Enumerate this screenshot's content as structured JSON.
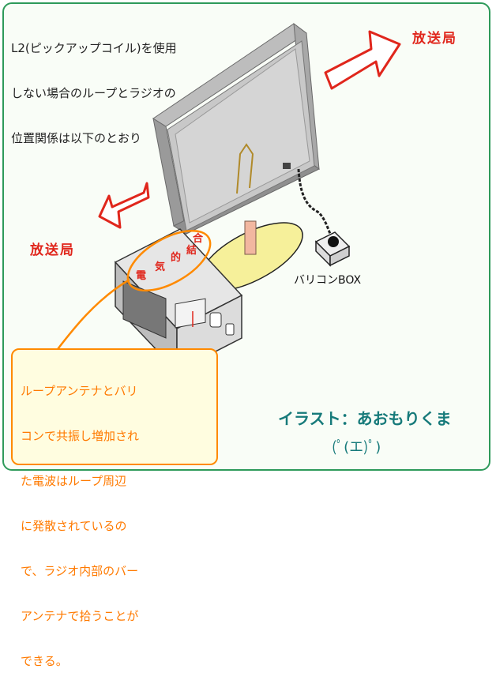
{
  "note": {
    "lines": [
      "L2(ピックアップコイル)を使用",
      "しない場合のループとラジオの",
      "位置関係は以下のとおり"
    ]
  },
  "labels": {
    "station_right": "放送局",
    "station_left": "放送局",
    "varicon_box": "バリコンBOX",
    "coupling_chars": [
      "電",
      "気",
      "的",
      "結",
      "合"
    ]
  },
  "callout": {
    "lines": [
      "ループアンテナとバリ",
      "コンで共振し増加され",
      "た電波はループ周辺",
      "に発散されているの",
      "で、ラジオ内部のバー",
      "アンテナで拾うことが",
      "できる。"
    ]
  },
  "credit": {
    "text": "イラスト：あおもりくま",
    "emote": "(ﾟ(エ)ﾟ)"
  },
  "colors": {
    "frame": "#2e9a5a",
    "arrow": "#e0261c",
    "callout_border": "#ff8a00",
    "credit": "#167a7a"
  }
}
